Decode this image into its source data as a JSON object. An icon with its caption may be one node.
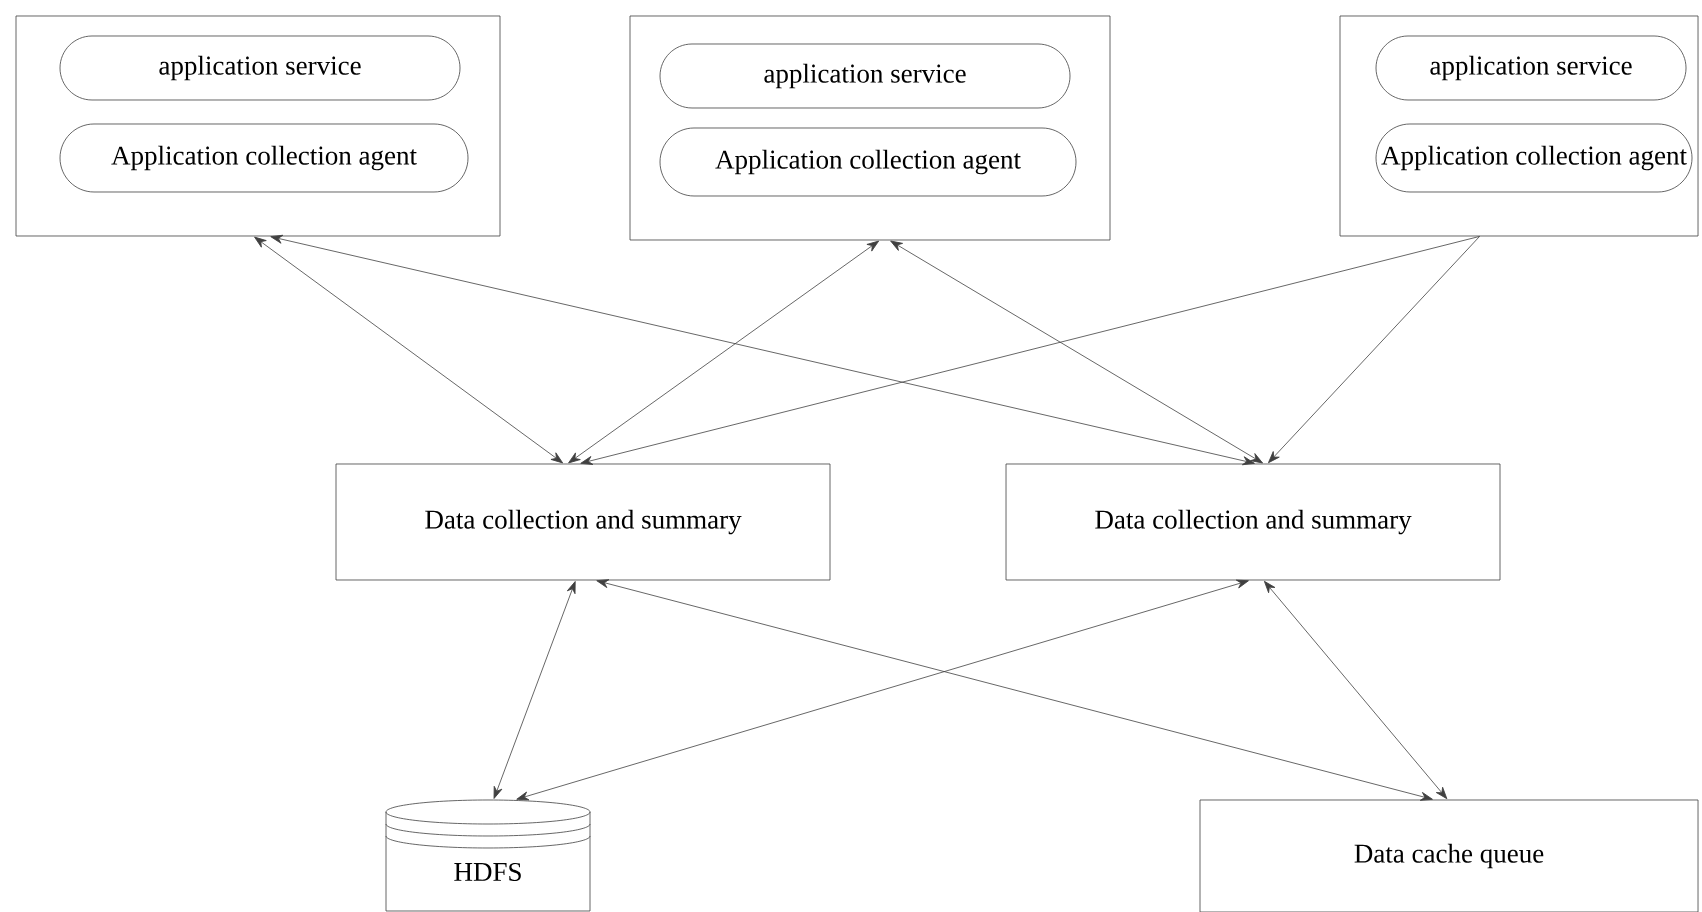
{
  "diagram": {
    "nodes": [
      {
        "text": [],
        "shape": "box"
      },
      {
        "text": [
          "application service"
        ],
        "in": 0
      },
      {
        "text": [
          "Application collection agent"
        ],
        "in": 0
      },
      {
        "text": [],
        "shape": "box"
      },
      {
        "text": [
          "application service"
        ],
        "in": 3
      },
      {
        "text": [
          "Application collection agent"
        ],
        "in": 3
      },
      {
        "text": [],
        "shape": "box"
      },
      {
        "text": [
          "application service"
        ],
        "in": 6
      },
      {
        "text": [
          "Application collection agent"
        ],
        "in": 6
      },
      {
        "text": [
          "Data collection and summary"
        ]
      },
      {
        "text": [
          "Data collection and summary"
        ]
      },
      {
        "text": [
          "HDFS"
        ]
      },
      {
        "text": [
          "Data cache queue"
        ]
      }
    ],
    "edges": [
      {
        "from": 0,
        "to": 9,
        "arrow": "both"
      },
      {
        "from": 0,
        "to": 10,
        "arrow": "both"
      },
      {
        "from": 3,
        "to": 9,
        "arrow": "both"
      },
      {
        "from": 3,
        "to": 10,
        "arrow": "both"
      },
      {
        "from": 6,
        "to": 9,
        "arrow": "to"
      },
      {
        "from": 6,
        "to": 10,
        "arrow": "to"
      },
      {
        "from": 9,
        "to": 11,
        "arrow": "both"
      },
      {
        "from": 9,
        "to": 12,
        "arrow": "both"
      },
      {
        "from": 10,
        "to": 11,
        "arrow": "both"
      },
      {
        "from": 10,
        "to": 12,
        "arrow": "both"
      }
    ]
  }
}
